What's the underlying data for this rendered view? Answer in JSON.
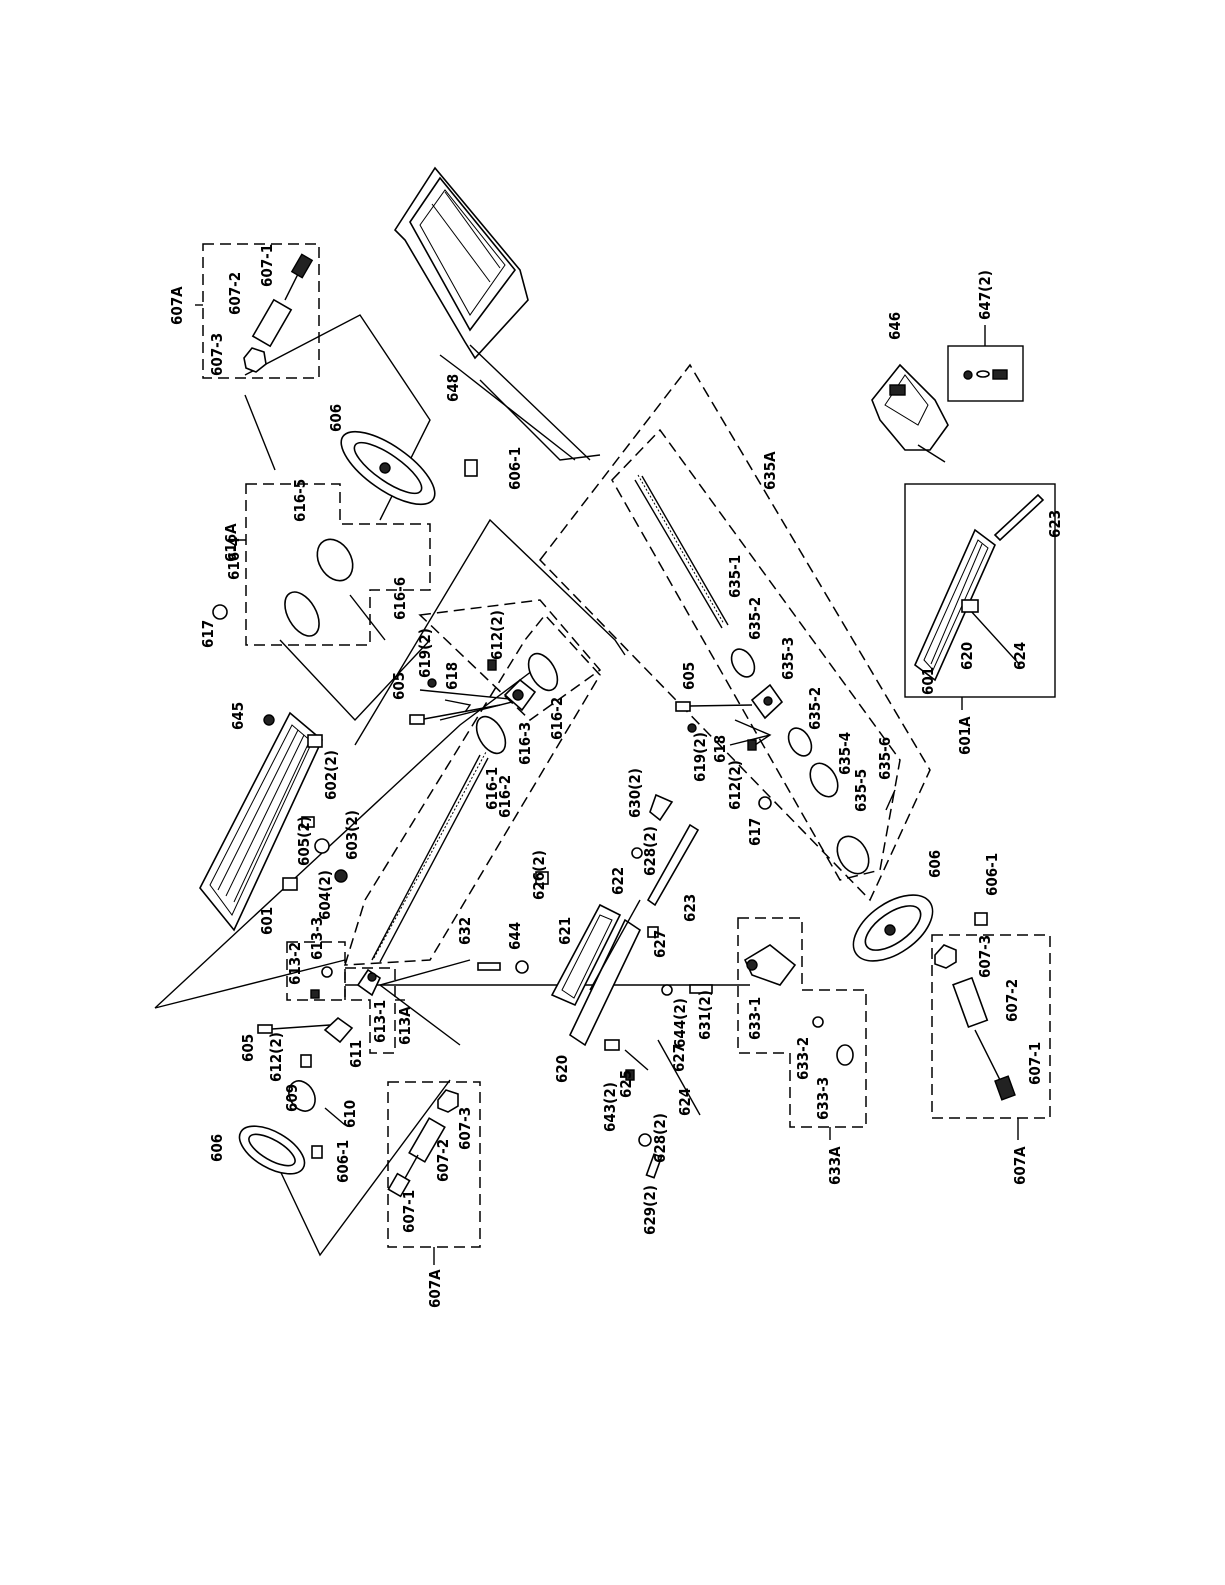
{
  "labels": {
    "l601": "601",
    "l601a": "601A",
    "l601b": "601",
    "l602": "602(2)",
    "l603": "603(2)",
    "l604": "604(2)",
    "l605a": "605(2)",
    "l605b": "605",
    "l605c": "605",
    "l605d": "605",
    "l606a": "606",
    "l606b": "606",
    "l606c": "606",
    "l6061a": "606-1",
    "l6061b": "606-1",
    "l6061c": "606-1",
    "l607a": "607A",
    "l607b": "607A",
    "l607c": "607A",
    "l6071a": "607-1",
    "l6071b": "607-1",
    "l6071c": "607-1",
    "l6072a": "607-2",
    "l6072b": "607-2",
    "l6072c": "607-2",
    "l6073a": "607-3",
    "l6073b": "607-3",
    "l6073c": "607-3",
    "l609": "609",
    "l610": "610",
    "l611": "611",
    "l612a": "612(2)",
    "l612b": "612(2)",
    "l612c": "612(2)",
    "l613a": "613A",
    "l6131": "613-1",
    "l6132": "613-2",
    "l6133": "613-3",
    "l616a": "616A",
    "l6161": "616-1",
    "l6162a": "616-2",
    "l6162b": "616-2",
    "l6163": "616-3",
    "l6164": "616-4",
    "l6165": "616-5",
    "l6166": "616-6",
    "l617a": "617",
    "l617b": "617",
    "l618a": "618",
    "l618b": "618",
    "l619a": "619(2)",
    "l619b": "619(2)",
    "l620a": "620",
    "l620b": "620",
    "l621": "621",
    "l622": "622",
    "l623a": "623",
    "l623b": "623",
    "l624a": "624",
    "l624b": "624",
    "l625": "625",
    "l626": "626(2)",
    "l627a": "627",
    "l627b": "627",
    "l628a": "628(2)",
    "l628b": "628(2)",
    "l629": "629(2)",
    "l630": "630(2)",
    "l631": "631(2)",
    "l632": "632",
    "l633a": "633A",
    "l6331": "633-1",
    "l6332": "633-2",
    "l6333": "633-3",
    "l635a": "635A",
    "l6351": "635-1",
    "l6352a": "635-2",
    "l6352b": "635-2",
    "l6353": "635-3",
    "l6354": "635-4",
    "l6355": "635-5",
    "l6356": "635-6",
    "l643": "643(2)",
    "l644a": "644",
    "l644b": "644(2)",
    "l645": "645",
    "l646": "646",
    "l647": "647(2)",
    "l648": "648"
  }
}
